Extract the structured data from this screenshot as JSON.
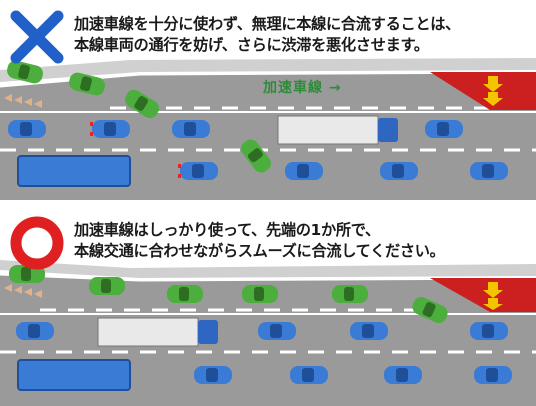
{
  "panels": {
    "bad": {
      "mark_icon": "cross-mark-icon",
      "mark_color": "#2060c8",
      "caption_line1": "加速車線を十分に使わず、無理に本線に合流することは、",
      "caption_line2": "本線車両の通行を妨げ、さらに渋滞を悪化させます。",
      "lane_label": "加速車線 →"
    },
    "good": {
      "mark_icon": "circle-mark-icon",
      "mark_color": "#e02020",
      "caption_line1": "加速車線はしっかり使って、先端の1か所で、",
      "caption_line2": "本線交通に合わせながらスムーズに合流してください。"
    }
  },
  "colors": {
    "road": "#9a9a9a",
    "shoulder": "#c9c9c9",
    "lane_end_sign": "#cc1f1f",
    "arrow": "#f5c400",
    "green_car": "#4cae3c",
    "blue_car": "#3a7bd5",
    "truck_cab": "#2f66c2"
  }
}
